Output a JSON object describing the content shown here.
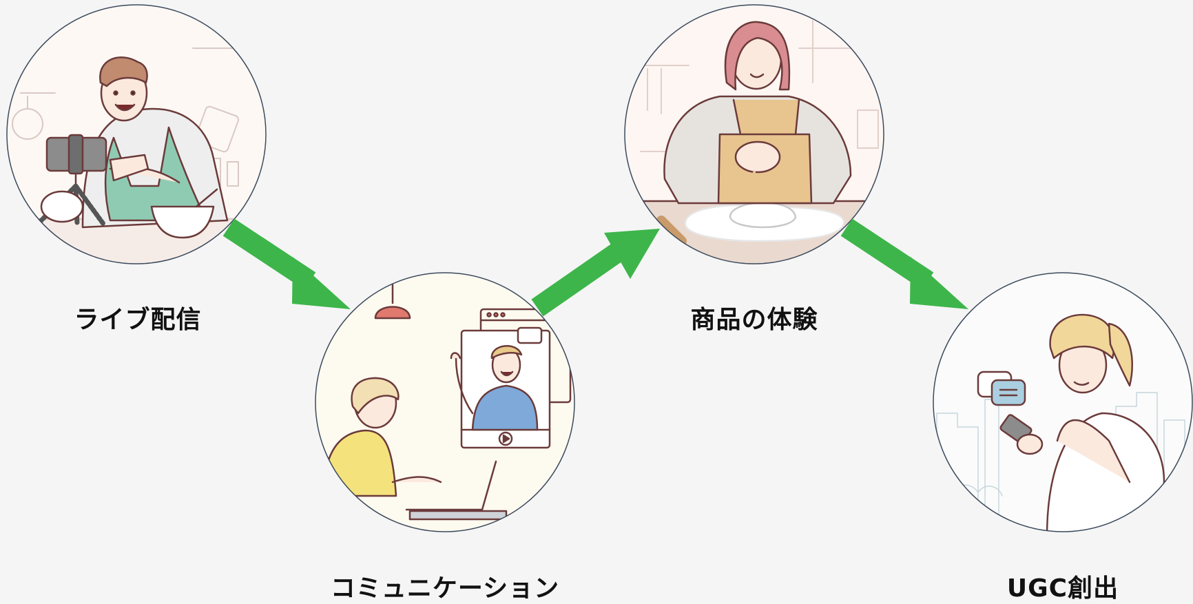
{
  "steps": [
    {
      "label": "ライブ配信",
      "illustration": "livestream-cooking-icon"
    },
    {
      "label": "コミュニケーション",
      "illustration": "video-chat-icon"
    },
    {
      "label": "商品の体験",
      "illustration": "baking-experience-icon"
    },
    {
      "label": "UGC創出",
      "illustration": "smartphone-posting-icon"
    }
  ],
  "colors": {
    "arrow": "#3db54a",
    "circle_border": "#3c4a5c",
    "background": "#f5f5f5",
    "label": "#111111"
  }
}
